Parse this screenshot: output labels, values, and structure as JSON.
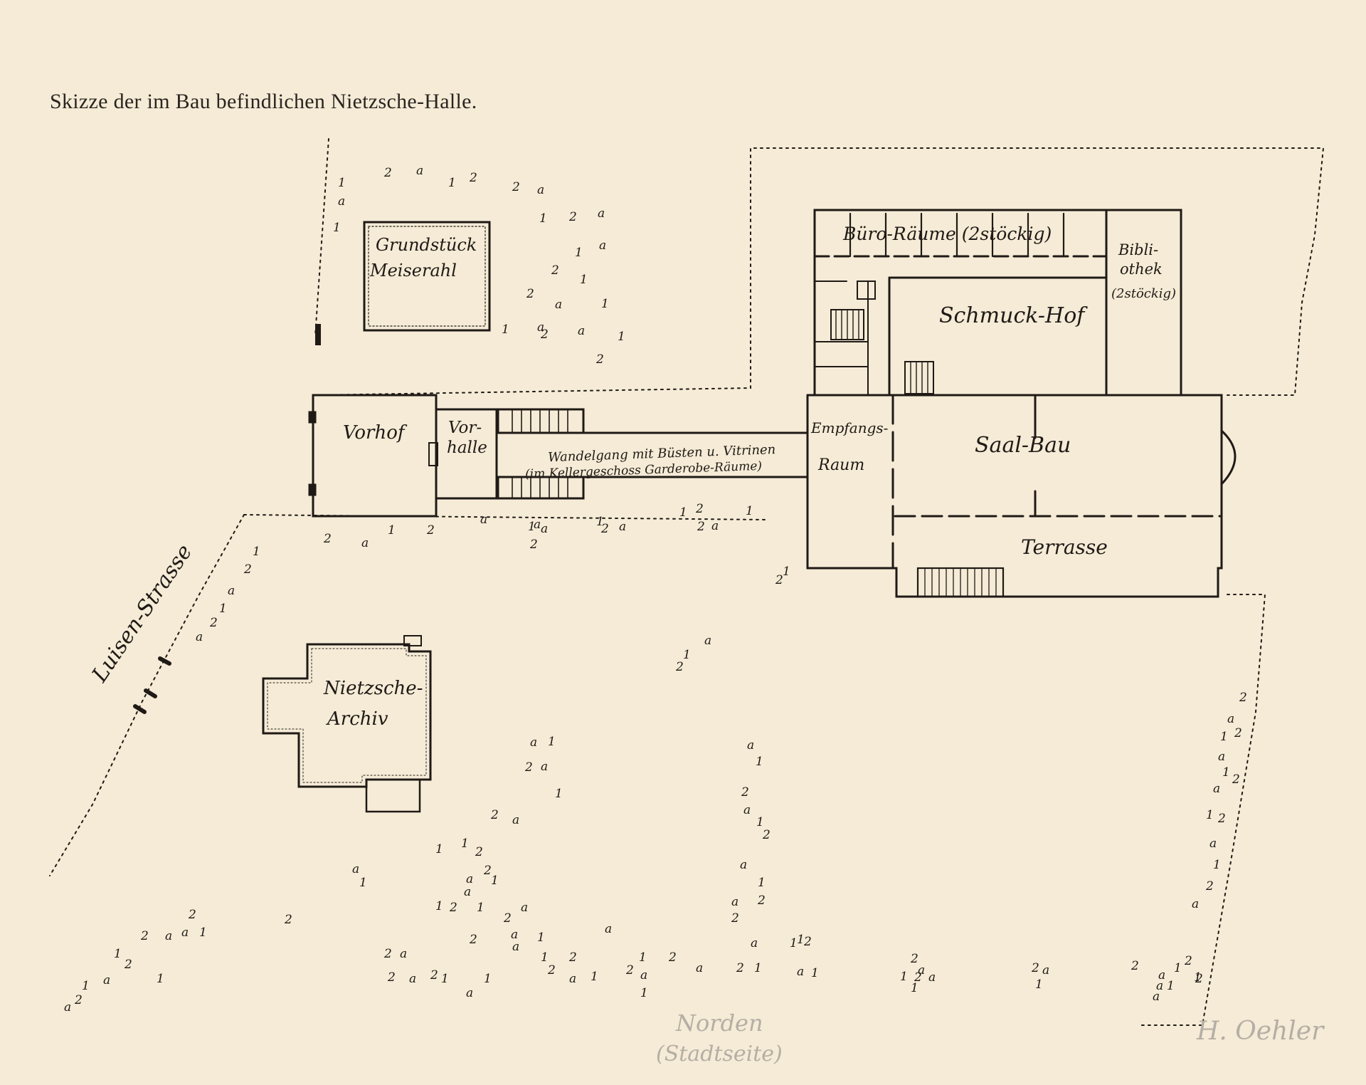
{
  "title": "Skizze der im Bau befindlichen Nietzsche-Halle.",
  "labels": {
    "grundstueck": "Grundstück",
    "meiserahl": "Meiserahl",
    "vorhof": "Vorhof",
    "vor": "Vor-",
    "halle": "halle",
    "wandelgang1": "Wandelgang mit Büsten u. Vitrinen",
    "wandelgang2": "(im Kellergeschoss Garderobe-Räume)",
    "empfangs": "Empfangs-",
    "raum": "Raum",
    "buero": "Büro-Räume (2stöckig)",
    "schmuckhof": "Schmuck-Hof",
    "biblio1": "Bibli-",
    "biblio2": "othek",
    "biblio3": "(2stöckig)",
    "saalbau": "Saal-Bau",
    "terrasse": "Terrasse",
    "archiv1": "Nietzsche-",
    "archiv2": "Archiv",
    "luisen": "Luisen-Strasse",
    "norden1": "Norden",
    "norden2": "(Stadtseite)",
    "signature": "H. Oehler"
  },
  "tree_glyphs": [
    "1",
    "2",
    "a"
  ]
}
